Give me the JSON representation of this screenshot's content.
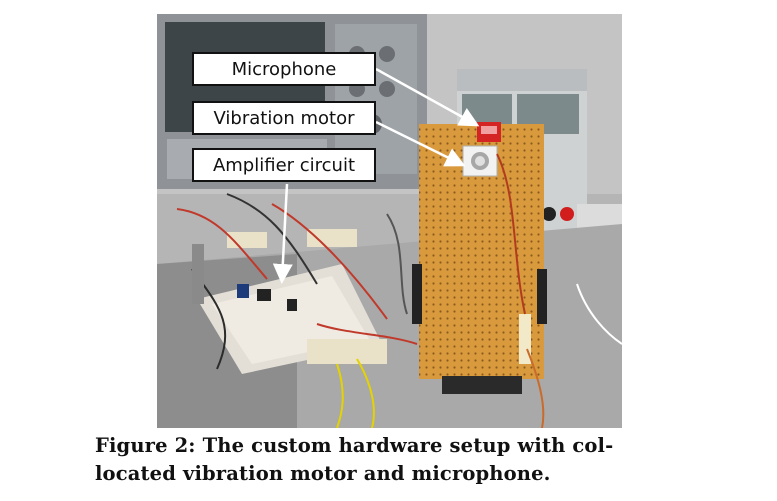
{
  "figure": {
    "labels": {
      "microphone": "Microphone",
      "vibration_motor": "Vibration motor",
      "amplifier_circuit": "Amplifier circuit"
    },
    "caption": {
      "prefix": "Figure 2:",
      "line1": " The custom hardware setup with col-",
      "line2": "located vibration motor and microphone."
    },
    "colors": {
      "board": "#d99a3d",
      "wall": "#b8b8b8",
      "desk": "#a4a4a4",
      "label_border": "#111111"
    }
  }
}
